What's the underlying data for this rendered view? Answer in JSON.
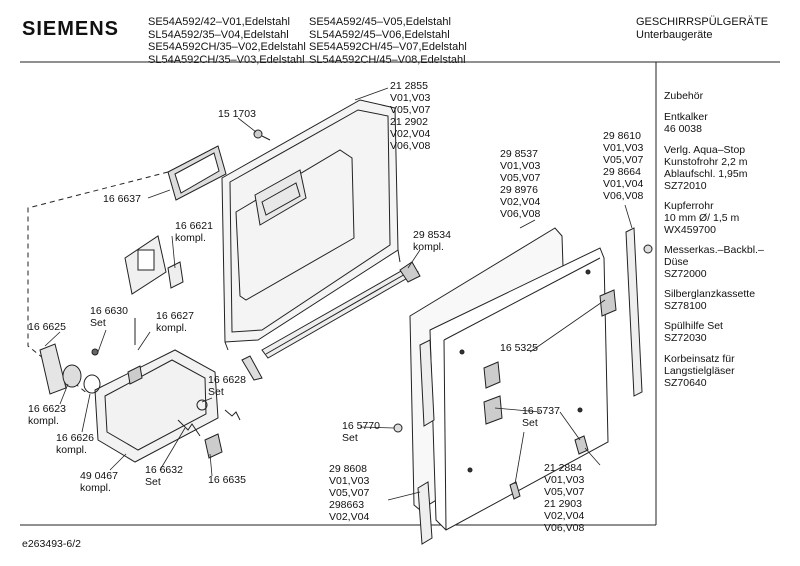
{
  "header": {
    "brand": "SIEMENS",
    "models_col1": [
      "SE54A592/42–V01,Edelstahl",
      "SL54A592/35–V04,Edelstahl",
      "SE54A592CH/35–V02,Edelstahl",
      "SL54A592CH/35–V03,Edelstahl"
    ],
    "models_col2": [
      "SE54A592/45–V05,Edelstahl",
      "SL54A592/45–V06,Edelstahl",
      "SE54A592CH/45–V07,Edelstahl",
      "SL54A592CH/45–V08,Edelstahl"
    ],
    "category": [
      "GESCHIRRSPÜLGERÄTE",
      "Unterbaugeräte"
    ]
  },
  "parts": [
    {
      "id": "p-212855",
      "lines": [
        "21 2855",
        "V01,V03",
        "V05,V07",
        "21 2902",
        "V02,V04",
        "V06,V08"
      ]
    },
    {
      "id": "p-151703",
      "lines": [
        "15 1703"
      ]
    },
    {
      "id": "p-166637",
      "lines": [
        "16 6637"
      ]
    },
    {
      "id": "p-166621",
      "lines": [
        "16 6621",
        "kompl."
      ]
    },
    {
      "id": "p-166630",
      "lines": [
        "16 6630",
        "Set"
      ]
    },
    {
      "id": "p-166627",
      "lines": [
        "16 6627",
        "kompl."
      ]
    },
    {
      "id": "p-166625",
      "lines": [
        "16 6625"
      ]
    },
    {
      "id": "p-166628",
      "lines": [
        "16 6628",
        "Set"
      ]
    },
    {
      "id": "p-166623",
      "lines": [
        "16 6623",
        "kompl."
      ]
    },
    {
      "id": "p-166626",
      "lines": [
        "16 6626",
        "kompl."
      ]
    },
    {
      "id": "p-490467",
      "lines": [
        "49 0467",
        "kompl."
      ]
    },
    {
      "id": "p-166632",
      "lines": [
        "16 6632",
        "Set"
      ]
    },
    {
      "id": "p-166635",
      "lines": [
        "16 6635"
      ]
    },
    {
      "id": "p-298537",
      "lines": [
        "29 8537",
        "V01,V03",
        "V05,V07",
        "29 8976",
        "V02,V04",
        "V06,V08"
      ]
    },
    {
      "id": "p-298534",
      "lines": [
        "29 8534",
        "kompl."
      ]
    },
    {
      "id": "p-298610",
      "lines": [
        "29 8610",
        "V01,V03",
        "V05,V07",
        "29 8664",
        "V01,V04",
        "V06,V08"
      ]
    },
    {
      "id": "p-165325",
      "lines": [
        "16 5325"
      ]
    },
    {
      "id": "p-165737",
      "lines": [
        "16 5737",
        "Set"
      ]
    },
    {
      "id": "p-165770",
      "lines": [
        "16 5770",
        "Set"
      ]
    },
    {
      "id": "p-298608",
      "lines": [
        "29 8608",
        "V01,V03",
        "V05,V07",
        "298663",
        "V02,V04"
      ]
    },
    {
      "id": "p-212884",
      "lines": [
        "21 2884",
        "V01,V03",
        "V05,V07",
        "21 2903",
        "V02,V04",
        "V06,V08"
      ]
    }
  ],
  "accessories": [
    {
      "id": "acc-zubehoer",
      "lines": [
        "Zubehör"
      ]
    },
    {
      "id": "acc-entkalker",
      "lines": [
        "Entkalker",
        "46 0038"
      ]
    },
    {
      "id": "acc-aquastop",
      "lines": [
        "Verlg. Aqua–Stop",
        "Kunstofrohr 2,2 m",
        "Ablaufschl. 1,95m",
        "SZ72010"
      ]
    },
    {
      "id": "acc-kupferrohr",
      "lines": [
        "Kupferrohr",
        "10 mm Ø/ 1,5 m",
        "WX459700"
      ]
    },
    {
      "id": "acc-messerkas",
      "lines": [
        "Messerkas.–Backbl.–",
        "Düse",
        "SZ72000"
      ]
    },
    {
      "id": "acc-silberglanz",
      "lines": [
        "Silberglanzkassette",
        "SZ78100"
      ]
    },
    {
      "id": "acc-spuelhilfe",
      "lines": [
        "Spülhilfe Set",
        "SZ72030"
      ]
    },
    {
      "id": "acc-korbeinsatz",
      "lines": [
        "Korbeinsatz für",
        "Langstielgläser",
        "SZ70640"
      ]
    }
  ],
  "footer": {
    "code": "e263493-6/2"
  }
}
